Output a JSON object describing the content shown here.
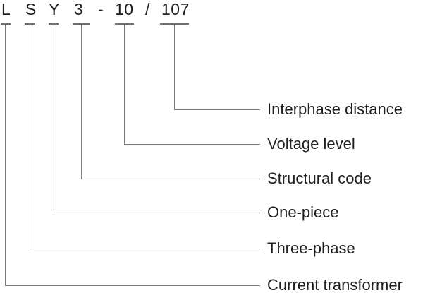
{
  "model_code": {
    "parts": [
      {
        "char": "L",
        "meaning": "Current transformer"
      },
      {
        "char": "S",
        "meaning": "Three-phase"
      },
      {
        "char": "Y",
        "meaning": "One-piece"
      },
      {
        "char": "3",
        "meaning": "Structural code"
      },
      {
        "char": "-",
        "meaning": ""
      },
      {
        "char": "10",
        "meaning": "Voltage level"
      },
      {
        "char": "/",
        "meaning": ""
      },
      {
        "char": "107",
        "meaning": "Interphase distance"
      }
    ]
  },
  "colors": {
    "background": "#ffffff",
    "line": "#7a7a7a",
    "tick": "#6e6e6e",
    "text": "#1f1f1f"
  }
}
